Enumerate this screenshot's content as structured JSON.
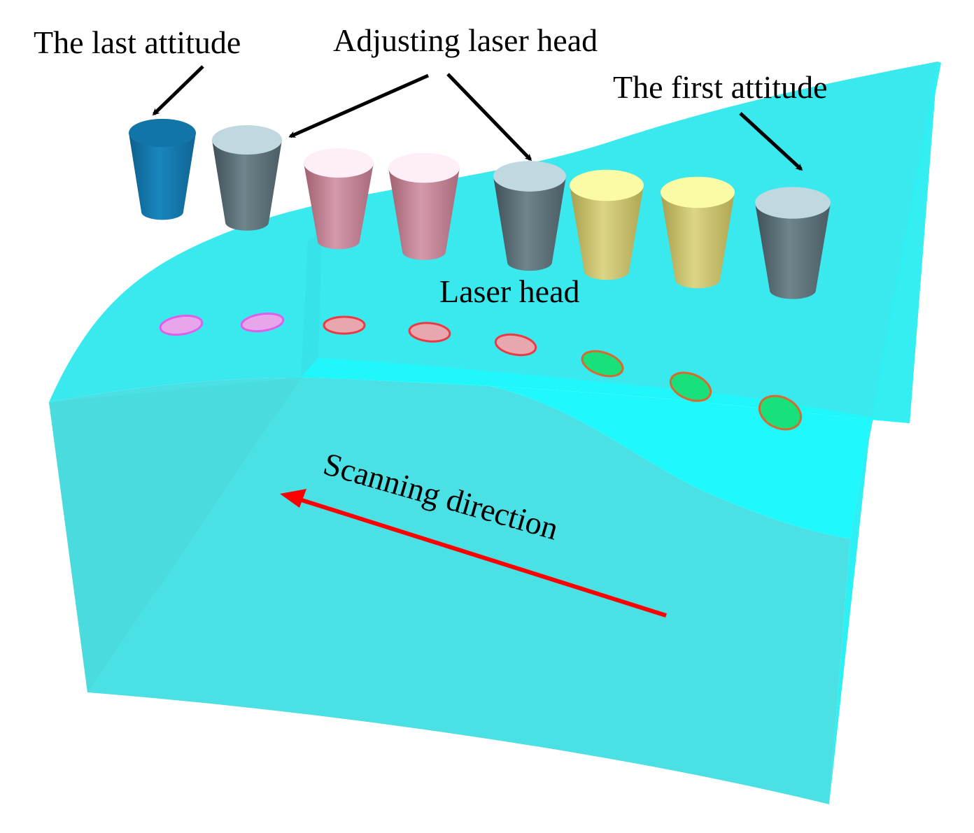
{
  "labels": {
    "last_attitude": "The last attitude",
    "adjusting_laser_head": "Adjusting laser head",
    "first_attitude": "The first attitude",
    "laser_head": "Laser head",
    "scanning_direction": "Scanning direction"
  },
  "colors": {
    "surface_top": "#2fe8ee",
    "surface_side": "#4fdde0",
    "head_last": "#1374a8",
    "head_adjusting": "#556870",
    "head_adjusting_top": "#c0d8df",
    "head_pink": "#c07e92",
    "head_pink_top": "#fdeef8",
    "head_yellow": "#c4bd6d",
    "head_yellow_top": "#fbfba6",
    "spot_magenta": "#e05fe8",
    "spot_red": "#ec3a45",
    "spot_green": "#18e07a",
    "arrow_scan": "#ff0000",
    "arrow_callout": "#000000"
  },
  "heads": [
    {
      "kind": "last"
    },
    {
      "kind": "adjusting"
    },
    {
      "kind": "pink"
    },
    {
      "kind": "pink"
    },
    {
      "kind": "adjusting"
    },
    {
      "kind": "yellow"
    },
    {
      "kind": "yellow"
    },
    {
      "kind": "adjusting"
    }
  ],
  "spots": [
    {
      "kind": "magenta"
    },
    {
      "kind": "magenta"
    },
    {
      "kind": "red"
    },
    {
      "kind": "red"
    },
    {
      "kind": "red"
    },
    {
      "kind": "green"
    },
    {
      "kind": "green"
    },
    {
      "kind": "green"
    }
  ]
}
